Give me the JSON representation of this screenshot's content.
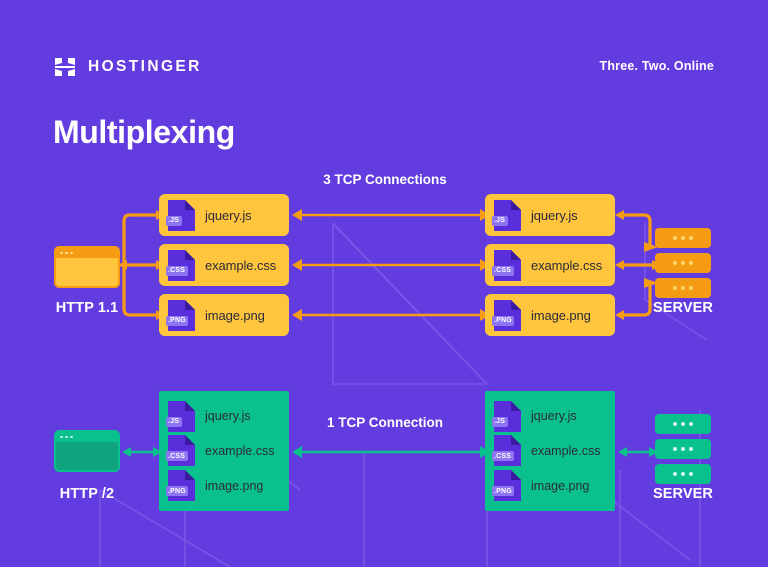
{
  "page": {
    "title": "Multiplexing",
    "tagline": "Three. Two. Online",
    "brand_name": "HOSTINGER",
    "brand_logo_icon": "hostinger-h-logo-icon",
    "background_color": "#633CE0"
  },
  "colors": {
    "background": "#633CE0",
    "accent_yellow": "#FFC53D",
    "accent_orange": "#F59B14",
    "accent_green": "#0AC18E",
    "accent_green_dark": "#0FA47F",
    "file_icon_purple": "#5B2EDB",
    "file_icon_badge": "#8C74F2",
    "text_dark": "#2B2B3A",
    "text_light": "#FFFFFF"
  },
  "diagrams": [
    {
      "id": "http1",
      "protocol_label": "HTTP 1.1",
      "connection_label": "3 TCP Connections",
      "server_label": "SERVER",
      "client_icon": "browser-window-icon",
      "server_icon": "server-rack-icon",
      "arrow_icon": "double-headed-arrow-icon",
      "theme": "orange",
      "client_files": [
        {
          "name": "jquery.js",
          "ext": ".JS",
          "icon": "file-js-icon"
        },
        {
          "name": "example.css",
          "ext": ".CSS",
          "icon": "file-css-icon"
        },
        {
          "name": "image.png",
          "ext": ".PNG",
          "icon": "file-png-icon"
        }
      ],
      "server_files": [
        {
          "name": "jquery.js",
          "ext": ".JS",
          "icon": "file-js-icon"
        },
        {
          "name": "example.css",
          "ext": ".CSS",
          "icon": "file-css-icon"
        },
        {
          "name": "image.png",
          "ext": ".PNG",
          "icon": "file-png-icon"
        }
      ],
      "server_bays": 3
    },
    {
      "id": "http2",
      "protocol_label": "HTTP /2",
      "connection_label": "1 TCP Connection",
      "server_label": "SERVER",
      "client_icon": "browser-window-icon",
      "server_icon": "server-rack-icon",
      "arrow_icon": "double-headed-arrow-icon",
      "theme": "green",
      "client_files": [
        {
          "name": "jquery.js",
          "ext": ".JS",
          "icon": "file-js-icon"
        },
        {
          "name": "example.css",
          "ext": ".CSS",
          "icon": "file-css-icon"
        },
        {
          "name": "image.png",
          "ext": ".PNG",
          "icon": "file-png-icon"
        }
      ],
      "server_files": [
        {
          "name": "jquery.js",
          "ext": ".JS",
          "icon": "file-js-icon"
        },
        {
          "name": "example.css",
          "ext": ".CSS",
          "icon": "file-css-icon"
        },
        {
          "name": "image.png",
          "ext": ".PNG",
          "icon": "file-png-icon"
        }
      ],
      "server_bays": 3
    }
  ]
}
